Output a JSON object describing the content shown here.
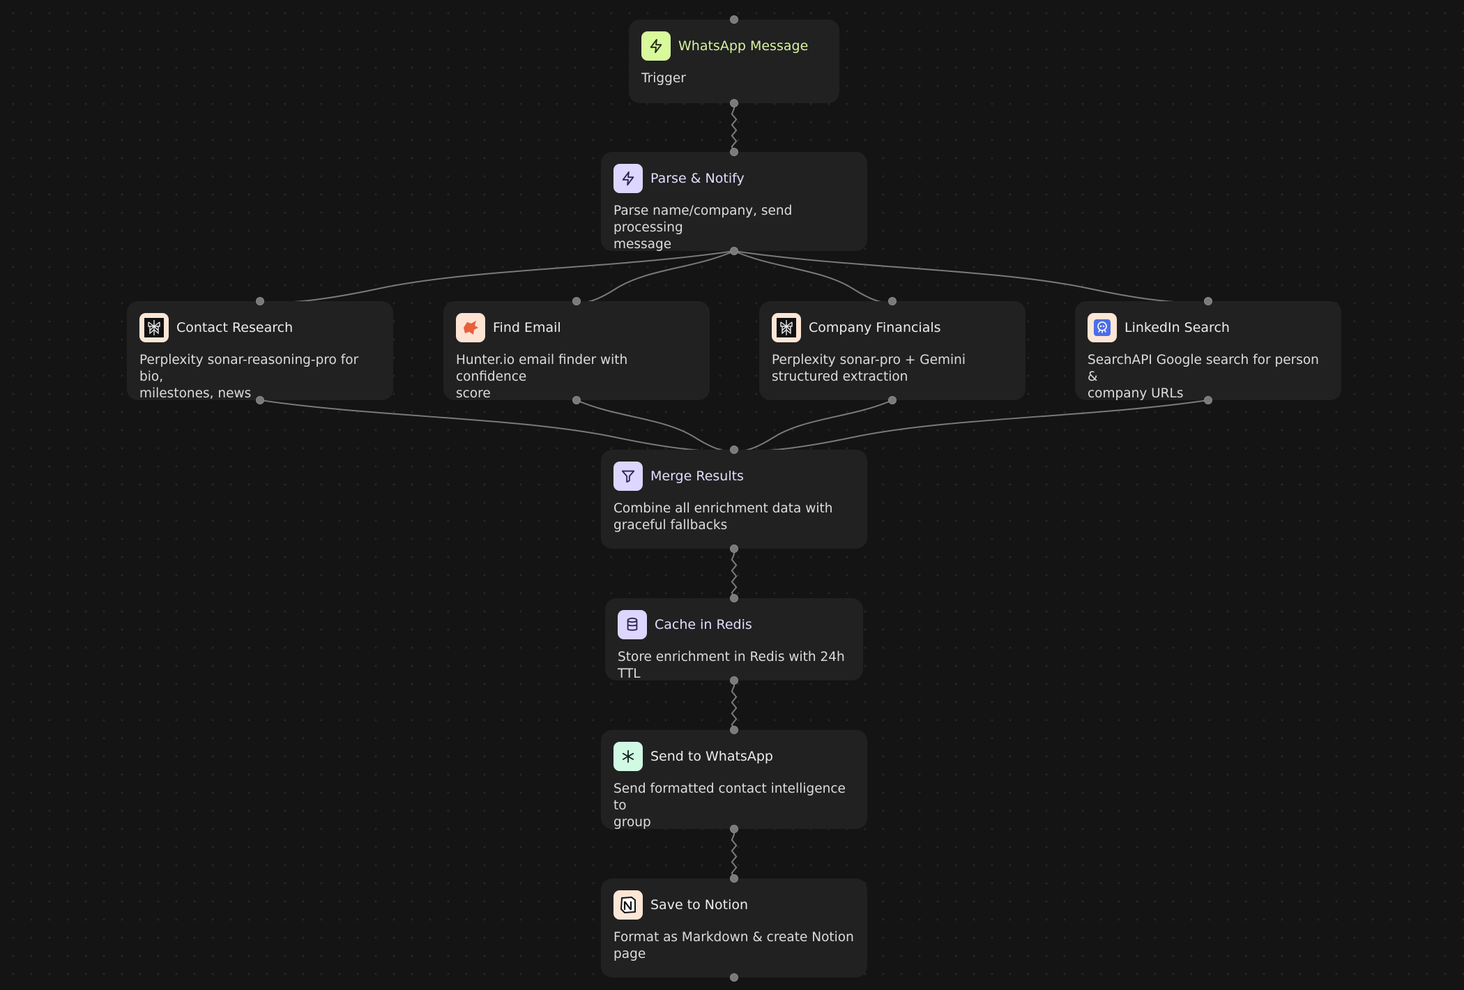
{
  "colors": {
    "background": "#141414",
    "node_bg": "#212121",
    "edge": "#7a7a7a",
    "trigger_title": "#d7f3a0",
    "trigger_icon_bg": "#d9f99d",
    "purple_title": "#e3dbff",
    "purple_icon_bg": "#ddd6fe",
    "orange_icon_bg": "#fde3d3",
    "mint_icon_bg": "#d1fae5",
    "peach_icon_bg": "#fde6d6",
    "neutral_title": "#ececec"
  },
  "nodes": [
    {
      "id": "whatsapp-message",
      "title": "WhatsApp Message",
      "description": "Trigger",
      "icon": "bolt-icon",
      "theme": "trigger"
    },
    {
      "id": "parse-notify",
      "title": "Parse & Notify",
      "description": "Parse name/company, send processing\nmessage",
      "icon": "bolt-icon",
      "theme": "purple"
    },
    {
      "id": "contact-research",
      "title": "Contact Research",
      "description": "Perplexity sonar-reasoning-pro for bio,\nmilestones, news",
      "icon": "perplexity-icon",
      "theme": "peach"
    },
    {
      "id": "find-email",
      "title": "Find Email",
      "description": "Hunter.io email finder with confidence\nscore",
      "icon": "hunter-icon",
      "theme": "orange"
    },
    {
      "id": "company-financials",
      "title": "Company Financials",
      "description": "Perplexity sonar-pro + Gemini\nstructured extraction",
      "icon": "perplexity-icon",
      "theme": "peach"
    },
    {
      "id": "linkedin-search",
      "title": "LinkedIn Search",
      "description": "SearchAPI Google search for person &\ncompany URLs",
      "icon": "searchapi-icon",
      "theme": "peach"
    },
    {
      "id": "merge-results",
      "title": "Merge Results",
      "description": "Combine all enrichment data with\ngraceful fallbacks",
      "icon": "filter-icon",
      "theme": "purple"
    },
    {
      "id": "cache-redis",
      "title": "Cache in Redis",
      "description": "Store enrichment in Redis with 24h TTL",
      "icon": "database-icon",
      "theme": "purple"
    },
    {
      "id": "send-whatsapp",
      "title": "Send to WhatsApp",
      "description": "Send formatted contact intelligence to\ngroup",
      "icon": "asterisk-icon",
      "theme": "mint"
    },
    {
      "id": "save-notion",
      "title": "Save to Notion",
      "description": "Format as Markdown & create Notion\npage",
      "icon": "notion-icon",
      "theme": "peach"
    }
  ],
  "edges": [
    [
      "whatsapp-message",
      "parse-notify"
    ],
    [
      "parse-notify",
      "contact-research"
    ],
    [
      "parse-notify",
      "find-email"
    ],
    [
      "parse-notify",
      "company-financials"
    ],
    [
      "parse-notify",
      "linkedin-search"
    ],
    [
      "contact-research",
      "merge-results"
    ],
    [
      "find-email",
      "merge-results"
    ],
    [
      "company-financials",
      "merge-results"
    ],
    [
      "linkedin-search",
      "merge-results"
    ],
    [
      "merge-results",
      "cache-redis"
    ],
    [
      "cache-redis",
      "send-whatsapp"
    ],
    [
      "send-whatsapp",
      "save-notion"
    ]
  ]
}
